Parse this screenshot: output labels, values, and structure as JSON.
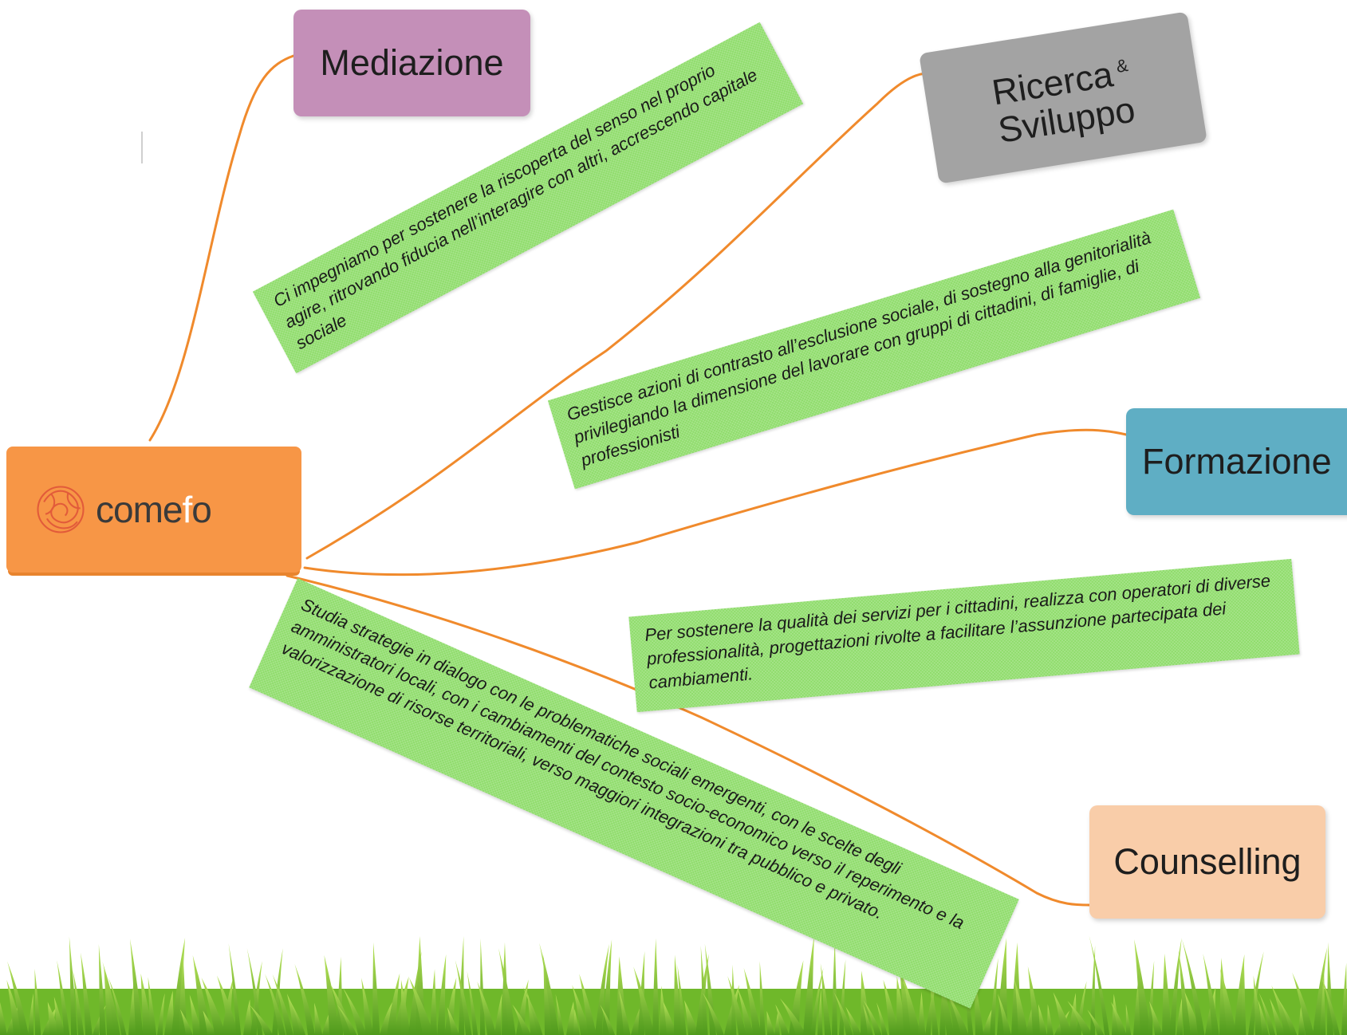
{
  "root": {
    "prefix": "come",
    "accent": "f",
    "suffix": "o"
  },
  "branches": {
    "mediazione": "Mediazione",
    "ricerca_line1": "Ricerca",
    "ricerca_amp": "&",
    "ricerca_line2": "Sviluppo",
    "formazione": "Formazione",
    "counselling": "Counselling"
  },
  "notes": {
    "mediazione": "Ci impegniamo per sostenere la riscoperta del senso nel proprio agire, ritrovando fiducia nell’interagire con altri, accrescendo capitale sociale",
    "ricerca": "Gestisce azioni di contrasto all’esclusione sociale, di sostegno alla genitorialità privilegiando la dimensione del lavorare con gruppi di cittadini, di famiglie, di professionisti",
    "formazione": "Per sostenere la qualità dei servizi per i cittadini, realizza con operatori di diverse professionalità, progettazioni rivolte a facilitare l’assunzione partecipata dei cambiamenti.",
    "counselling": "Studia strategie in dialogo con le problematiche sociali emergenti, con le scelte degli amministratori locali, con i cambiamenti del contesto socio-economico verso il reperimento e la valorizzazione di risorse territoriali, verso maggiori integrazioni tra pubblico e privato."
  },
  "colors": {
    "root": "#f79646",
    "mediazione": "#c48fb8",
    "ricerca": "#a3a3a3",
    "formazione": "#5faec4",
    "counselling": "#f9cda9",
    "note": "#8edc6a",
    "connector": "#f08a2c"
  }
}
